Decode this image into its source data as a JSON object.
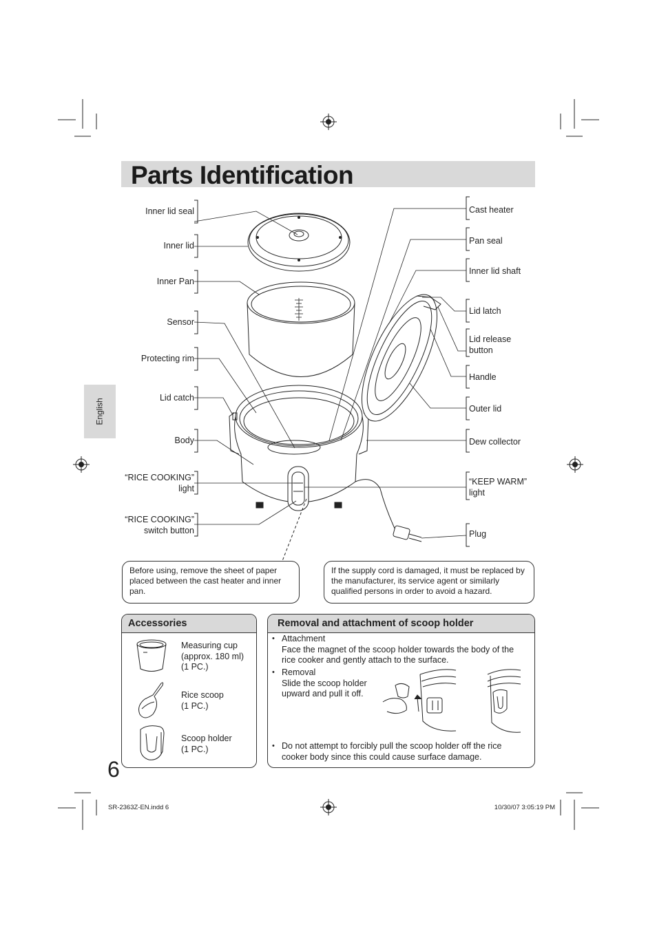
{
  "page_title": "Parts Identification",
  "side_tab": "English",
  "left_labels": {
    "inner_lid_seal": "Inner lid seal",
    "inner_lid": "Inner lid",
    "inner_pan": "Inner Pan",
    "sensor": "Sensor",
    "protecting_rim": "Protecting rim",
    "lid_catch": "Lid catch",
    "body": "Body",
    "rice_cooking_light_1": "“RICE COOKING”",
    "rice_cooking_light_2": "light",
    "rice_cooking_switch_1": "“RICE COOKING”",
    "rice_cooking_switch_2": "switch button"
  },
  "right_labels": {
    "cast_heater": "Cast heater",
    "pan_seal": "Pan seal",
    "inner_lid_shaft": "Inner lid shaft",
    "lid_latch": "Lid latch",
    "lid_release_1": "Lid release",
    "lid_release_2": "button",
    "handle": "Handle",
    "outer_lid": "Outer lid",
    "dew_collector": "Dew collector",
    "keep_warm_1": "“KEEP WARM”",
    "keep_warm_2": "light",
    "plug": "Plug"
  },
  "notes": {
    "paper": "Before using, remove the sheet of paper placed between the cast heater and inner pan.",
    "cord": "If the supply cord is damaged, it must be replaced by the manufacturer, its service agent or similarly qualified persons in order to avoid a hazard."
  },
  "accessories": {
    "heading": "Accessories",
    "items": [
      {
        "line1": "Measuring cup",
        "line2": "(approx. 180 ml)",
        "line3": "(1 PC.)"
      },
      {
        "line1": "Rice scoop",
        "line2": "(1 PC.)"
      },
      {
        "line1": "Scoop holder",
        "line2": "(1 PC.)"
      }
    ]
  },
  "scoop_holder": {
    "heading": "Removal and attachment of scoop holder",
    "attachment_title": "Attachment",
    "attachment_text_1": "Face the magnet of the scoop holder towards the body of the",
    "attachment_text_2": "rice cooker and gently attach to the surface.",
    "removal_title": "Removal",
    "removal_text_1": "Slide the scoop holder",
    "removal_text_2": "upward and pull it off.",
    "warning_1": "Do not attempt to forcibly pull the scoop holder off the rice",
    "warning_2": "cooker body since this could cause surface damage."
  },
  "page_number": "6",
  "footer": {
    "file": "SR-2363Z-EN.indd   6",
    "timestamp": "10/30/07   3:05:19 PM"
  }
}
